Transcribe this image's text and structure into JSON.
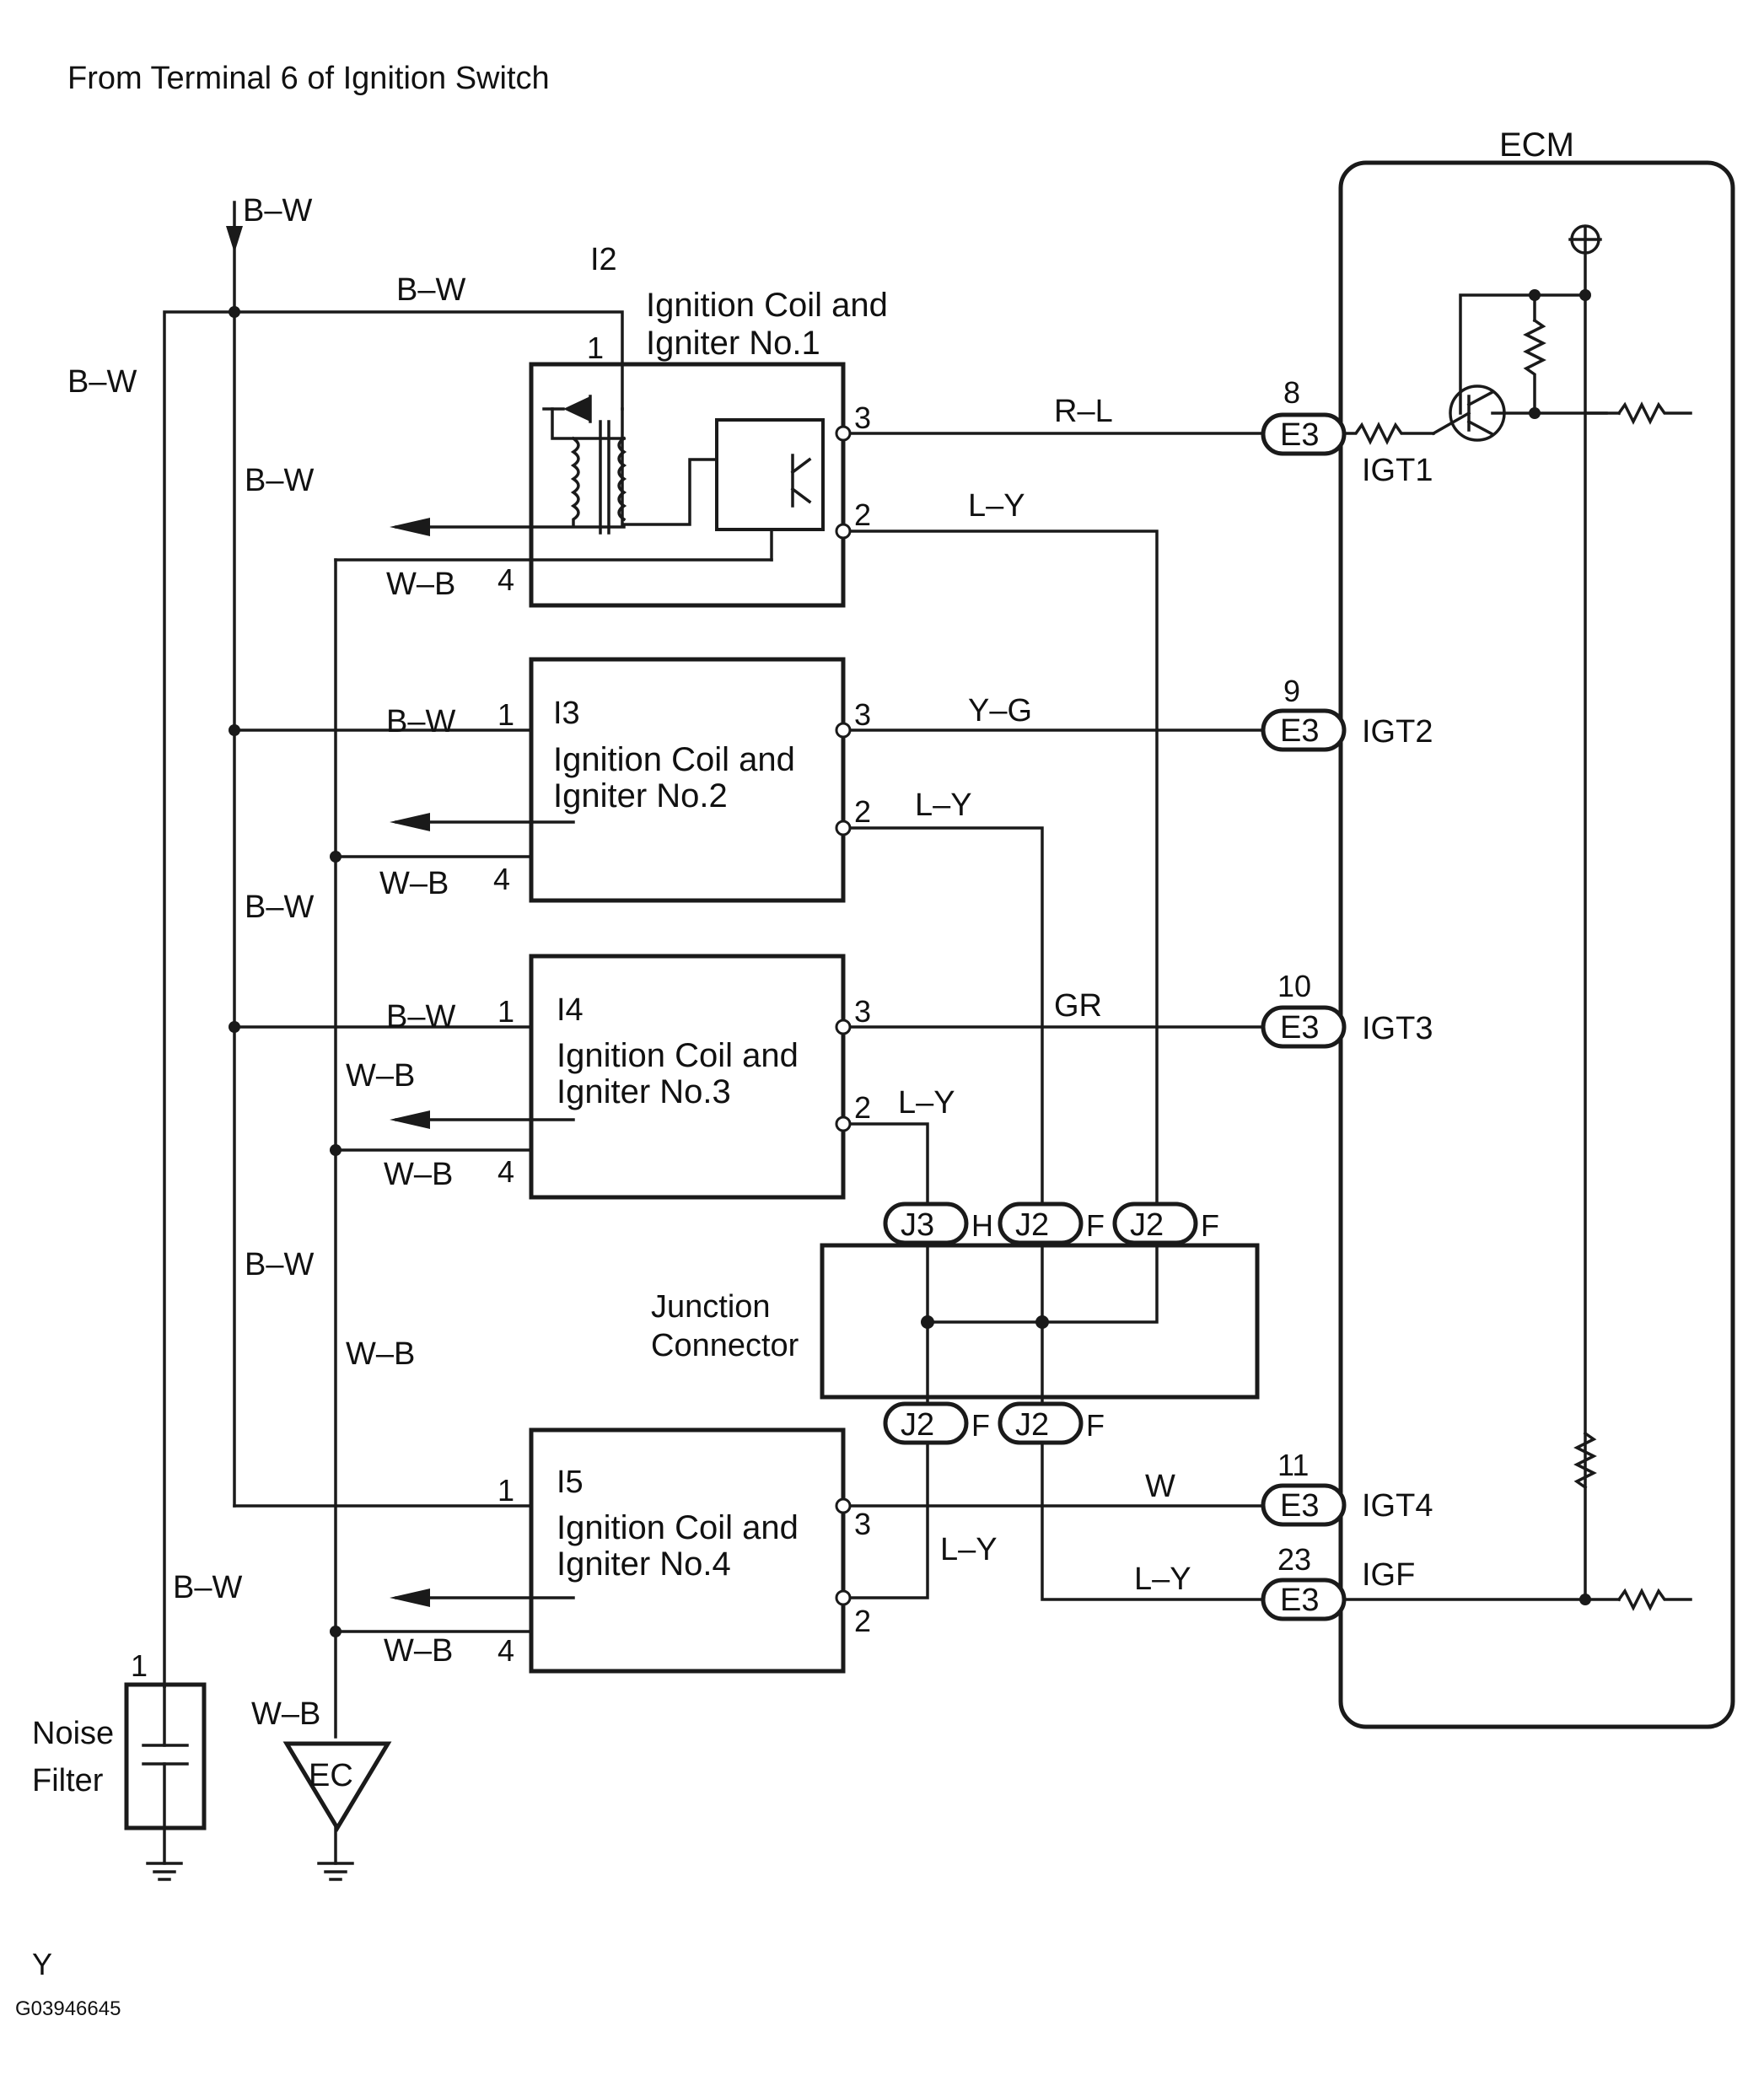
{
  "header": {
    "source_label": "From Terminal 6 of Ignition Switch"
  },
  "ecm": {
    "label": "ECM"
  },
  "wire_colors": {
    "main_in": "B–W",
    "trunk_right": "B–W",
    "top_branch": "B–W",
    "left_outer": "B–W",
    "trunk_mid": "B–W",
    "trunk_lower": "B–W",
    "trunk_bottom": "B–W",
    "i3_pin1": "B–W",
    "i4_pin1": "B–W",
    "i2_pin4": "W–B",
    "i3_pin4": "W–B",
    "i4_pin4": "W–B",
    "i5_pin4": "W–B",
    "ground_mid1": "W–B",
    "ground_mid2": "W–B",
    "ground_bottom": "W–B",
    "i2_pin3": "R–L",
    "i2_pin2": "L–Y",
    "i3_pin3": "Y–G",
    "i3_pin2": "L–Y",
    "i4_pin3": "GR",
    "i4_pin2": "L–Y",
    "i5_pin3": "W",
    "i5_pin2": "L–Y",
    "igf": "L–Y"
  },
  "coils": [
    {
      "id": "I2",
      "name_line1": "Ignition Coil and",
      "name_line2": "Igniter No.1",
      "pin1": "1",
      "pin2": "2",
      "pin3": "3",
      "pin4": "4"
    },
    {
      "id": "I3",
      "name_line1": "Ignition Coil and",
      "name_line2": "Igniter No.2",
      "pin1": "1",
      "pin2": "2",
      "pin3": "3",
      "pin4": "4"
    },
    {
      "id": "I4",
      "name_line1": "Ignition Coil and",
      "name_line2": "Igniter No.3",
      "pin1": "1",
      "pin2": "2",
      "pin3": "3",
      "pin4": "4"
    },
    {
      "id": "I5",
      "name_line1": "Ignition Coil and",
      "name_line2": "Igniter No.4",
      "pin1": "1",
      "pin2": "2",
      "pin3": "3",
      "pin4": "4"
    }
  ],
  "ecm_terminals": [
    {
      "connector": "E3",
      "pin": "8",
      "signal": "IGT1"
    },
    {
      "connector": "E3",
      "pin": "9",
      "signal": "IGT2"
    },
    {
      "connector": "E3",
      "pin": "10",
      "signal": "IGT3"
    },
    {
      "connector": "E3",
      "pin": "11",
      "signal": "IGT4"
    },
    {
      "connector": "E3",
      "pin": "23",
      "signal": "IGF"
    }
  ],
  "junction": {
    "label_line1": "Junction",
    "label_line2": "Connector",
    "top_connectors": [
      {
        "connector": "J3",
        "pin": "H"
      },
      {
        "connector": "J2",
        "pin": "F"
      },
      {
        "connector": "J2",
        "pin": "F"
      }
    ],
    "bottom_connectors": [
      {
        "connector": "J2",
        "pin": "F"
      },
      {
        "connector": "J2",
        "pin": "F"
      }
    ]
  },
  "noise_filter": {
    "pin": "1",
    "label_line1": "Noise",
    "label_line2": "Filter"
  },
  "ground_point": {
    "label": "EC"
  },
  "footer": {
    "code1": "Y",
    "code2": "G03946645"
  }
}
